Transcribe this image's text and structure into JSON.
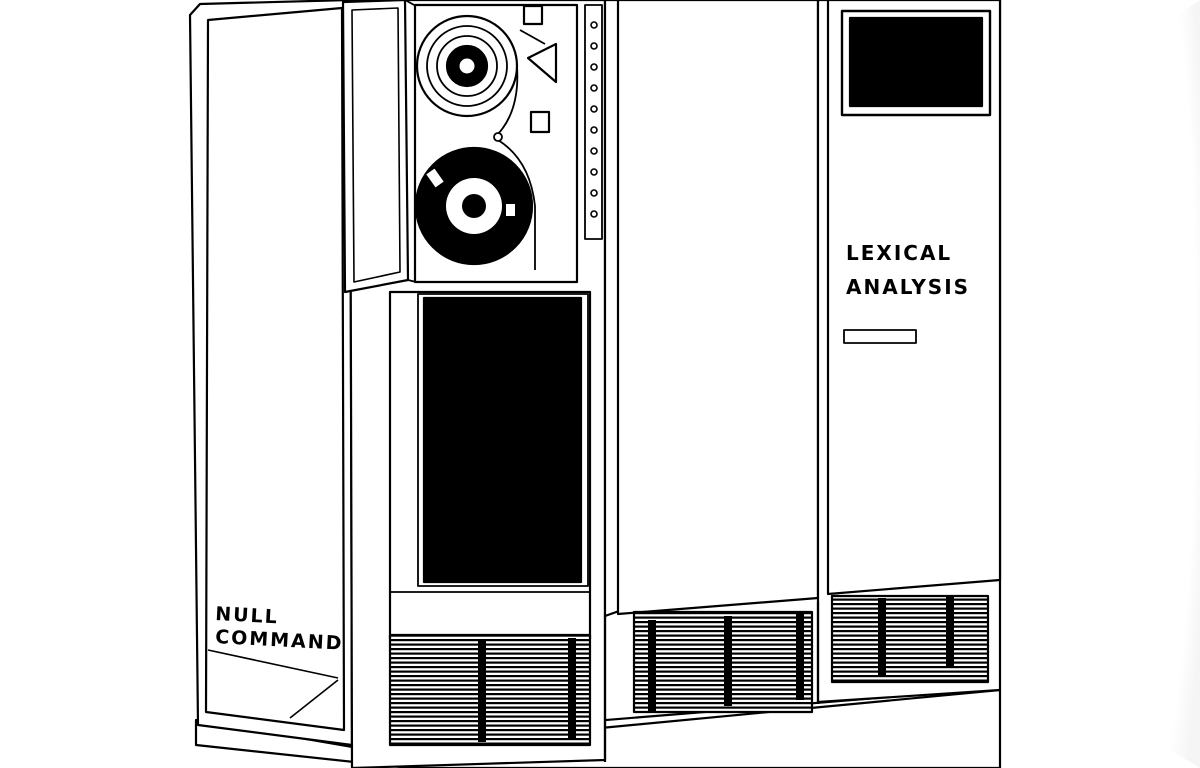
{
  "labels": {
    "left_panel_line1": "NULL",
    "left_panel_line2": "COMMAND",
    "right_panel_line1": "LEXICAL",
    "right_panel_line2": "ANALYSIS"
  },
  "colors": {
    "ink": "#000000",
    "paper": "#ffffff",
    "vignette": "#f2f2f2"
  }
}
